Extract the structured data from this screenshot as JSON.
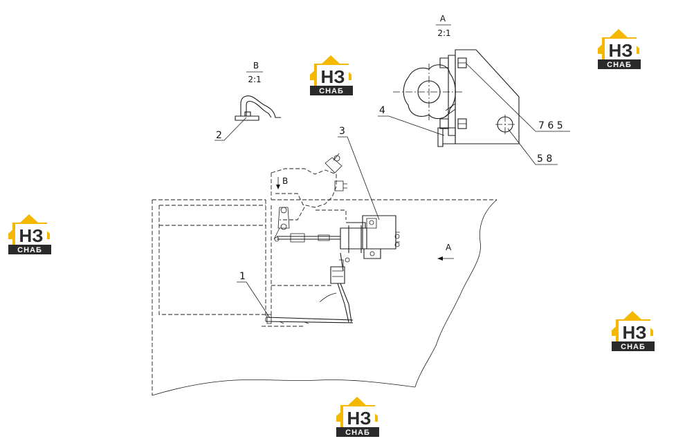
{
  "callouts": {
    "c1": "1",
    "c2": "2",
    "c3": "3",
    "c4": "4",
    "c765": "7 6 5",
    "c58": "5 8"
  },
  "views": {
    "a_letter": "A",
    "a_scale": "2:1",
    "b_letter": "B",
    "b_scale": "2:1",
    "arrow_a": "A",
    "arrow_b": "B"
  },
  "logo": {
    "letters": "НЗ",
    "sub": "СНАБ",
    "colors": {
      "yellow": "#f5b800",
      "dark": "#2a2a2a"
    }
  }
}
